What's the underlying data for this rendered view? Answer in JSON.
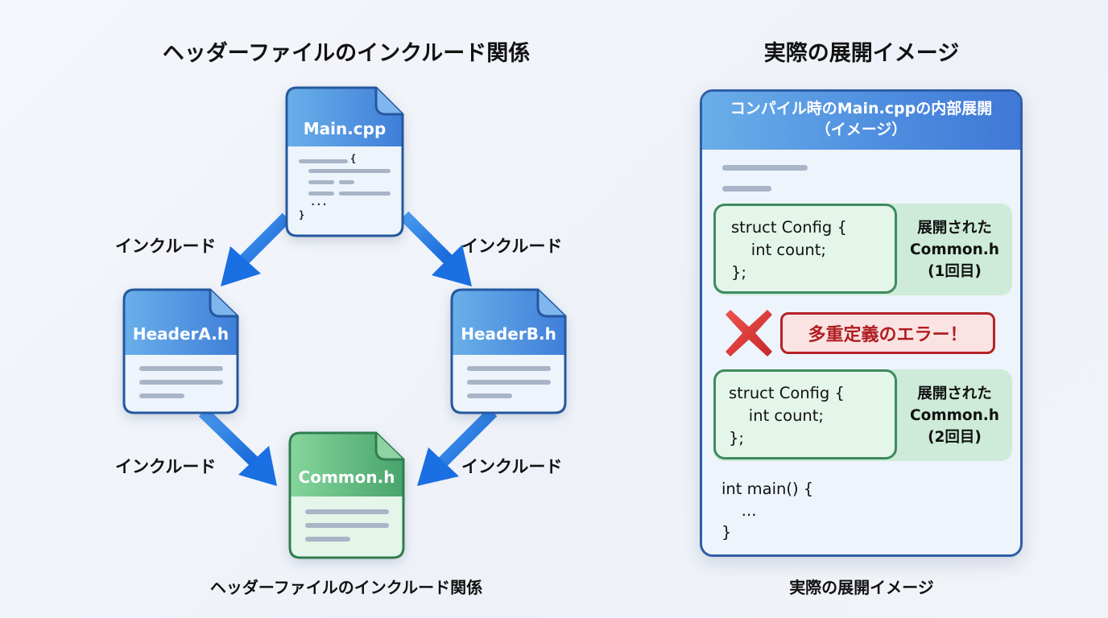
{
  "left": {
    "title": "ヘッダーファイルのインクルード関係",
    "caption": "ヘッダーファイルのインクルード関係",
    "files": {
      "main": {
        "name": "Main.cpp",
        "snippet": {
          "open_brace": "{",
          "ellipsis": "...",
          "close_brace": "}"
        },
        "color": "#4a8ee0"
      },
      "header_a": {
        "name": "HeaderA.h",
        "color": "#4a8ee0"
      },
      "header_b": {
        "name": "HeaderB.h",
        "color": "#4a8ee0"
      },
      "common": {
        "name": "Common.h",
        "color": "#4fb57a"
      }
    },
    "edges": [
      {
        "from": "Main.cpp",
        "to": "HeaderA.h",
        "label": "インクルード"
      },
      {
        "from": "Main.cpp",
        "to": "HeaderB.h",
        "label": "インクルード"
      },
      {
        "from": "HeaderA.h",
        "to": "Common.h",
        "label": "インクルード"
      },
      {
        "from": "HeaderB.h",
        "to": "Common.h",
        "label": "インクルード"
      }
    ],
    "arrow_color": "#1f77e6"
  },
  "right": {
    "title": "実際の展開イメージ",
    "caption": "実際の展開イメージ",
    "panel": {
      "header_line1": "コンパイル時のMain.cppの内部展開",
      "header_line2": "（イメージ）",
      "expansions": [
        {
          "code": [
            "struct Config {",
            "    int count;",
            "};"
          ],
          "label": [
            "展開された",
            "Common.h",
            "(1回目)"
          ]
        },
        {
          "code": [
            "struct Config {",
            "    int count;",
            "};"
          ],
          "label": [
            "展開された",
            "Common.h",
            "(2回目)"
          ]
        }
      ],
      "error": {
        "icon": "cross-mark-icon",
        "message": "多重定義のエラー！",
        "color": "#b42326"
      },
      "main_code": [
        "int main() {",
        "    ...",
        "}"
      ]
    }
  }
}
